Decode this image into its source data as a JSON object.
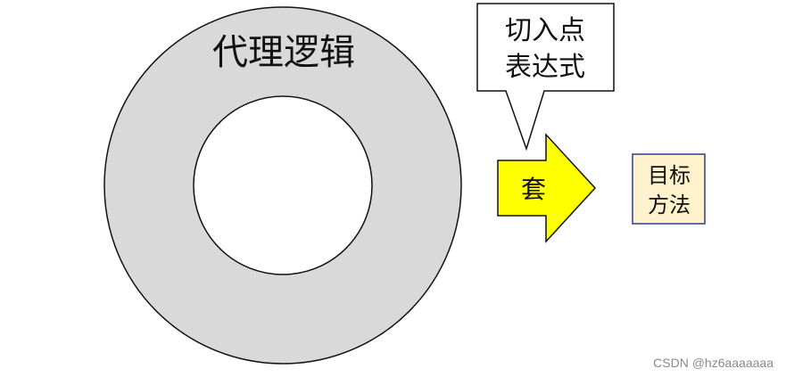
{
  "diagram": {
    "ring_label": "代理逻辑",
    "callout_line1": "切入点",
    "callout_line2": "表达式",
    "arrow_label": "套",
    "target_line1": "目标",
    "target_line2": "方法"
  },
  "colors": {
    "ring_fill": "#d9d9d9",
    "arrow_fill": "#ffff00",
    "target_fill": "#fff2cc",
    "target_border": "#2f3e8f",
    "stroke": "#111111"
  },
  "watermark": "CSDN @hz6aaaaaaa"
}
